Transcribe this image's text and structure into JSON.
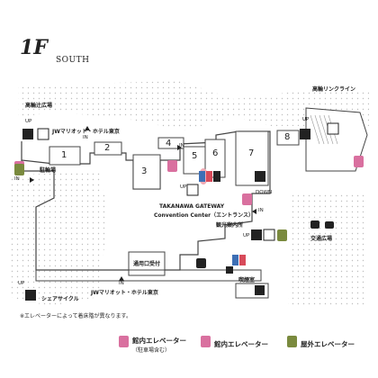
{
  "header": {
    "floor": "1F",
    "direction": "SOUTH"
  },
  "places": {
    "takanawa_north_plaza": "高輪辻広場",
    "takanawa_link_line": "高輪リンクライン",
    "bicycle_parking": "駐輪場",
    "jw_marriott_top": "JWマリオット・ホテル東京",
    "jw_marriott_bottom": "JWマリオット・ホテル東京",
    "convention_center_line1": "TAKANAWA GATEWAY",
    "convention_center_line2": "Convention Center（エントランス）",
    "tourist_info": "観光案内所",
    "transport_plaza": "交通広場",
    "reception": "通用口受付",
    "smoking_room": "喫煙室",
    "share_cycle": "シェアサイクル"
  },
  "labels": {
    "up": "UP",
    "in": "IN",
    "down": "DOWN",
    "n1": "1",
    "n2": "2",
    "n3": "3",
    "n4": "4",
    "n5": "5",
    "n6": "6",
    "n7": "7",
    "n8": "8"
  },
  "note": "※エレベーターによって着床階が異なります。",
  "legend": [
    {
      "label": "館内エレベーター",
      "sub": "（駐車場含む）",
      "icon": "indoor-elevator-parking-icon",
      "color": "#d9709f"
    },
    {
      "label": "館内エレベーター",
      "icon": "indoor-elevator-icon",
      "color": "#d9709f"
    },
    {
      "label": "屋外エレベーター",
      "icon": "outdoor-elevator-icon",
      "color": "#7a8a3e"
    }
  ],
  "colors": {
    "indoor_elevator": "#d9709f",
    "outdoor_elevator": "#7a8a3e",
    "escalator": "#222222",
    "restroom_blue": "#3d6fb5",
    "restroom_red": "#d84b5a",
    "pink_blob": "#f2a9b4"
  }
}
